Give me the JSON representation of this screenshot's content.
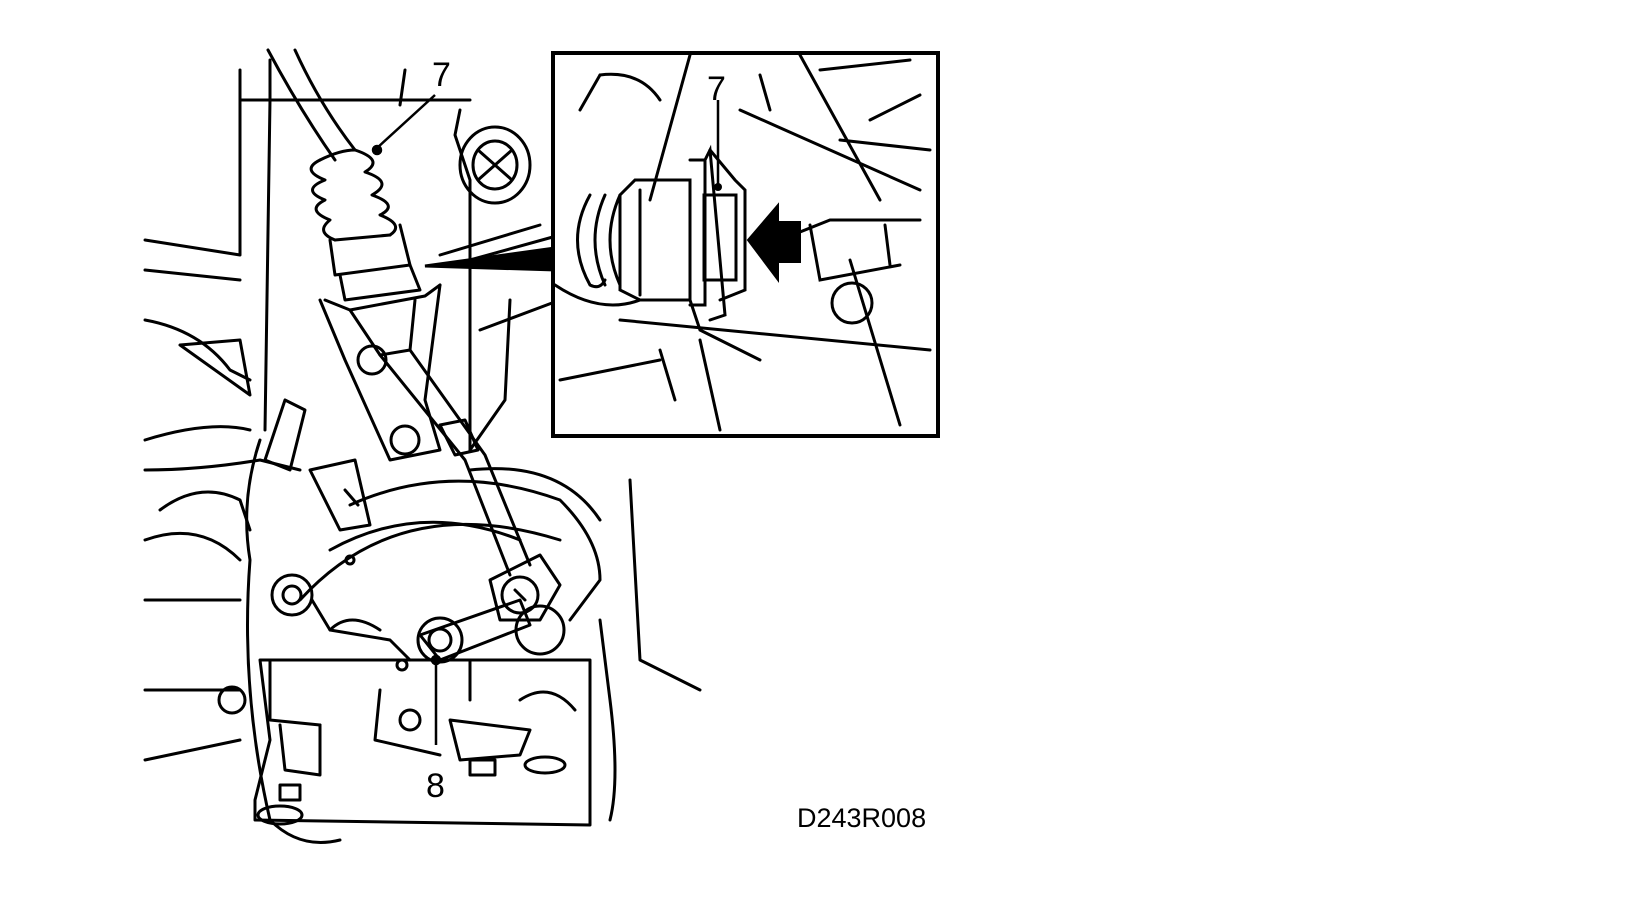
{
  "diagram": {
    "callouts": [
      {
        "id": "main-7",
        "text": "7"
      },
      {
        "id": "inset-7",
        "text": "7"
      },
      {
        "id": "main-8",
        "text": "8"
      }
    ],
    "figure_id": "D243R008",
    "colors": {
      "ink": "#000000",
      "paper": "#ffffff"
    }
  }
}
